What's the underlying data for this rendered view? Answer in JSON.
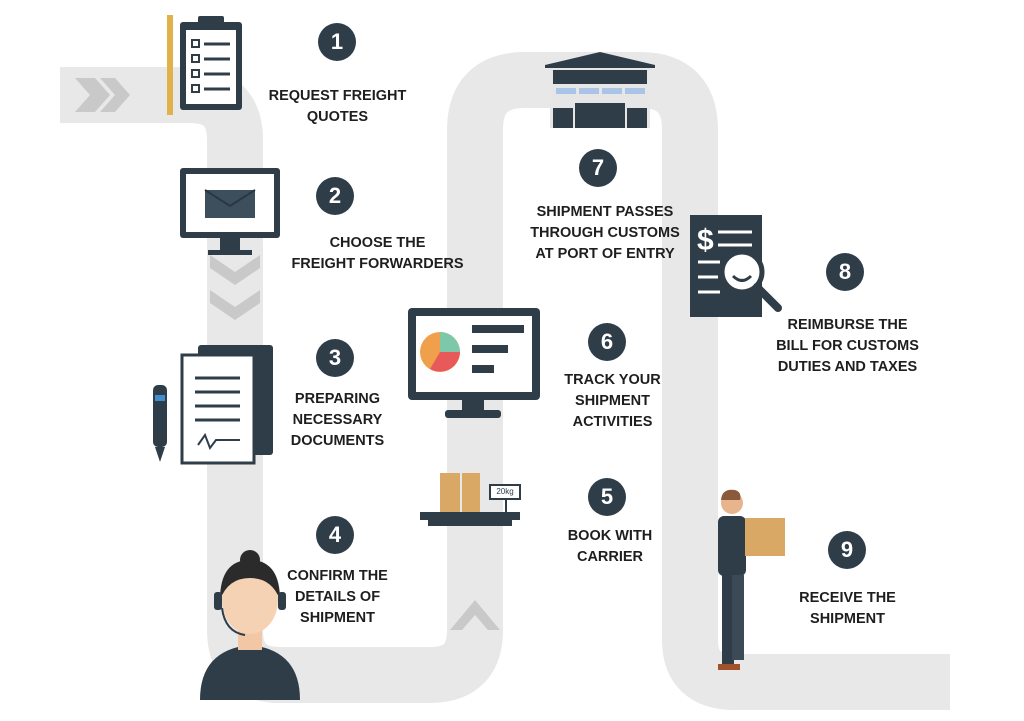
{
  "steps": [
    {
      "number": "1",
      "lines": [
        "REQUEST FREIGHT",
        "QUOTES"
      ]
    },
    {
      "number": "2",
      "lines": [
        "CHOOSE THE",
        "FREIGHT FORWARDERS"
      ]
    },
    {
      "number": "3",
      "lines": [
        "PREPARING",
        "NECESSARY",
        "DOCUMENTS"
      ]
    },
    {
      "number": "4",
      "lines": [
        "CONFIRM THE",
        "DETAILS OF",
        "SHIPMENT"
      ]
    },
    {
      "number": "5",
      "lines": [
        "BOOK WITH",
        "CARRIER"
      ]
    },
    {
      "number": "6",
      "lines": [
        "TRACK YOUR",
        "SHIPMENT",
        "ACTIVITIES"
      ]
    },
    {
      "number": "7",
      "lines": [
        "SHIPMENT PASSES",
        "THROUGH CUSTOMS",
        "AT PORT OF ENTRY"
      ]
    },
    {
      "number": "8",
      "lines": [
        "REIMBURSE THE",
        "BILL FOR CUSTOMS",
        "DUTIES AND TAXES"
      ]
    },
    {
      "number": "9",
      "lines": [
        "RECEIVE THE",
        "SHIPMENT"
      ]
    }
  ],
  "scale_label": "20kg",
  "colors": {
    "road": "#e8e8e8",
    "badge": "#2f3d49",
    "box": "#d9a865",
    "screen": "#2f3d49"
  }
}
